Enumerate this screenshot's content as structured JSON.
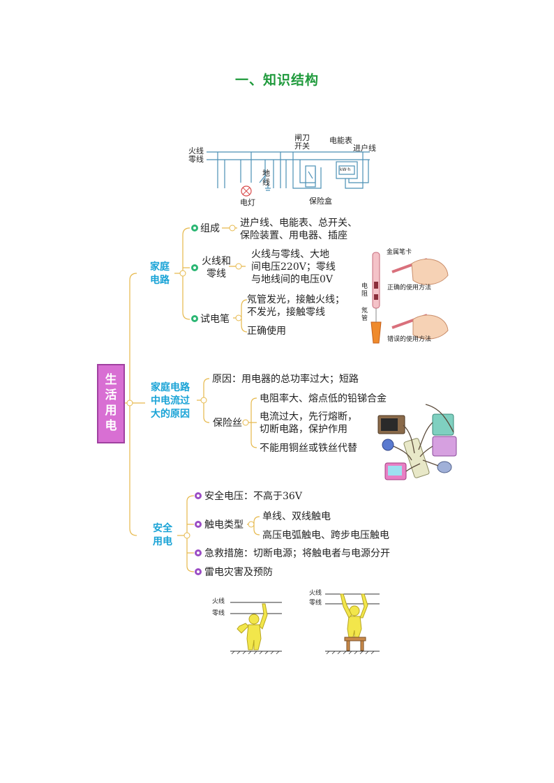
{
  "title": "一、知识结构",
  "circuit": {
    "fire_line": "火线",
    "zero_line": "零线",
    "switch_l1": "闸刀",
    "switch_l2": "开关",
    "meter": "电能表",
    "inlet": "进户线",
    "ground_l1": "地",
    "ground_l2": "线",
    "lamp": "电灯",
    "fuse_box": "保险盒",
    "meter_unit": "kW·h"
  },
  "root": {
    "chars": [
      "生",
      "活",
      "用",
      "电"
    ]
  },
  "branch1": {
    "title_l1": "家庭",
    "title_l2": "电路",
    "composition": {
      "label": "组成",
      "text_l1": "进户线、电能表、总开关、",
      "text_l2": "保险装置、用电器、插座"
    },
    "lines": {
      "label_l1": "火线和",
      "label_l2": "零线",
      "text_l1": "火线与零线、大地",
      "text_l2": "间电压220V；零线",
      "text_l3": "与地线间的电压0V"
    },
    "tester": {
      "label": "试电笔",
      "text_l1": "氖管发光，接触火线；",
      "text_l2": "不发光，接触零线",
      "text_l3": "正确使用"
    },
    "pen_figure": {
      "metal_cap": "金属笔卡",
      "resistor_l1": "电",
      "resistor_l2": "阻",
      "neon_l1": "氖",
      "neon_l2": "管",
      "correct": "正确的使用方法",
      "wrong": "错误的使用方法"
    }
  },
  "branch2": {
    "title_l1": "家庭电路",
    "title_l2": "中电流过",
    "title_l3": "大的原因",
    "cause": "原因：用电器的总功率过大；短路",
    "fuse": {
      "label": "保险丝",
      "item1": "电阻率大、熔点低的铅锑合金",
      "item2_l1": "电流过大，先行熔断，",
      "item2_l2": "切断电路，保护作用",
      "item3": "不能用铜丝或铁丝代替"
    }
  },
  "branch3": {
    "title_l1": "安全",
    "title_l2": "用电",
    "safe_voltage": "安全电压：不高于36V",
    "shock_types": {
      "label": "触电类型",
      "item1": "单线、双线触电",
      "item2": "高压电弧触电、跨步电压触电"
    },
    "first_aid": "急救措施：切断电源；将触电者与电源分开",
    "lightning": "雷电灾害及预防"
  },
  "shock_figure": {
    "fire1": "火线",
    "zero1": "零线",
    "fire2": "火线",
    "zero2": "零线"
  },
  "colors": {
    "title": "#1f9a3c",
    "branch": "#19a3d6",
    "root": "#d86fd3",
    "connector": "#e6b84a",
    "bullet_green": "#2bb673",
    "bullet_purple": "#9b4dc4"
  }
}
